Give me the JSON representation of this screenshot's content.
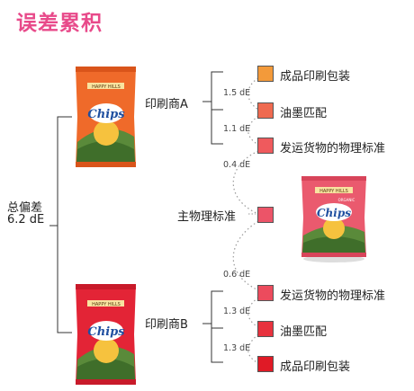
{
  "title": "误差累积",
  "total": {
    "label": "总偏差",
    "value": "6.2 dE"
  },
  "brand": {
    "logo_text": "HAPPY HILLS",
    "product": "Chips",
    "badge": "ORGANIC"
  },
  "printer_a": {
    "label": "印刷商A",
    "items": [
      {
        "label": "成品印刷包装",
        "color": "#f39a3a",
        "delta": "1.5 dE"
      },
      {
        "label": "油墨匹配",
        "color": "#ef6a50",
        "delta": "1.1 dE"
      },
      {
        "label": "发运货物的物理标准",
        "color": "#ef5a5d",
        "delta": "0.4 dE"
      }
    ]
  },
  "master": {
    "label": "主物理标准",
    "color": "#ec5468"
  },
  "printer_b": {
    "label": "印刷商B",
    "items": [
      {
        "label": "发运货物的物理标准",
        "color": "#ec4b5d",
        "delta": "0.6 dE"
      },
      {
        "label": "油墨匹配",
        "color": "#e8323e",
        "delta": "1.3 dE"
      },
      {
        "label": "成品印刷包装",
        "color": "#e01a26",
        "delta": "1.3 dE"
      }
    ]
  }
}
